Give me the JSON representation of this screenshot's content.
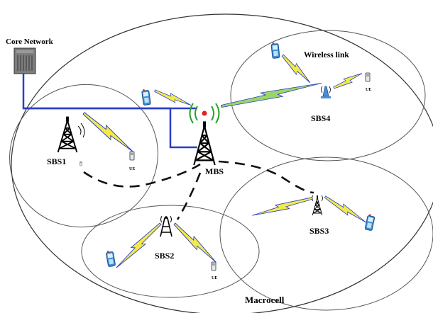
{
  "labels": {
    "core_network": "Core Network",
    "wireless_link": "Wireless link",
    "macrocell": "Macrocell",
    "mbs": "MBS",
    "sbs1": "SBS1",
    "sbs2": "SBS2",
    "sbs3": "SBS3",
    "sbs4": "SBS4",
    "ue": "UE"
  },
  "colors": {
    "backhaul_wired": "#2b3fc7",
    "wireless_bolt_fill": "#f2ea4a",
    "wireless_bolt_edge": "#2b3fc7",
    "wireless_backhaul_fill": "#9bd56a",
    "cell_border": "#555555",
    "dashed_link": "#111111"
  },
  "icons": [
    "server-icon",
    "cell-tower-icon",
    "mobile-phone-icon",
    "ue-device-icon",
    "lightning-bolt-icon"
  ]
}
